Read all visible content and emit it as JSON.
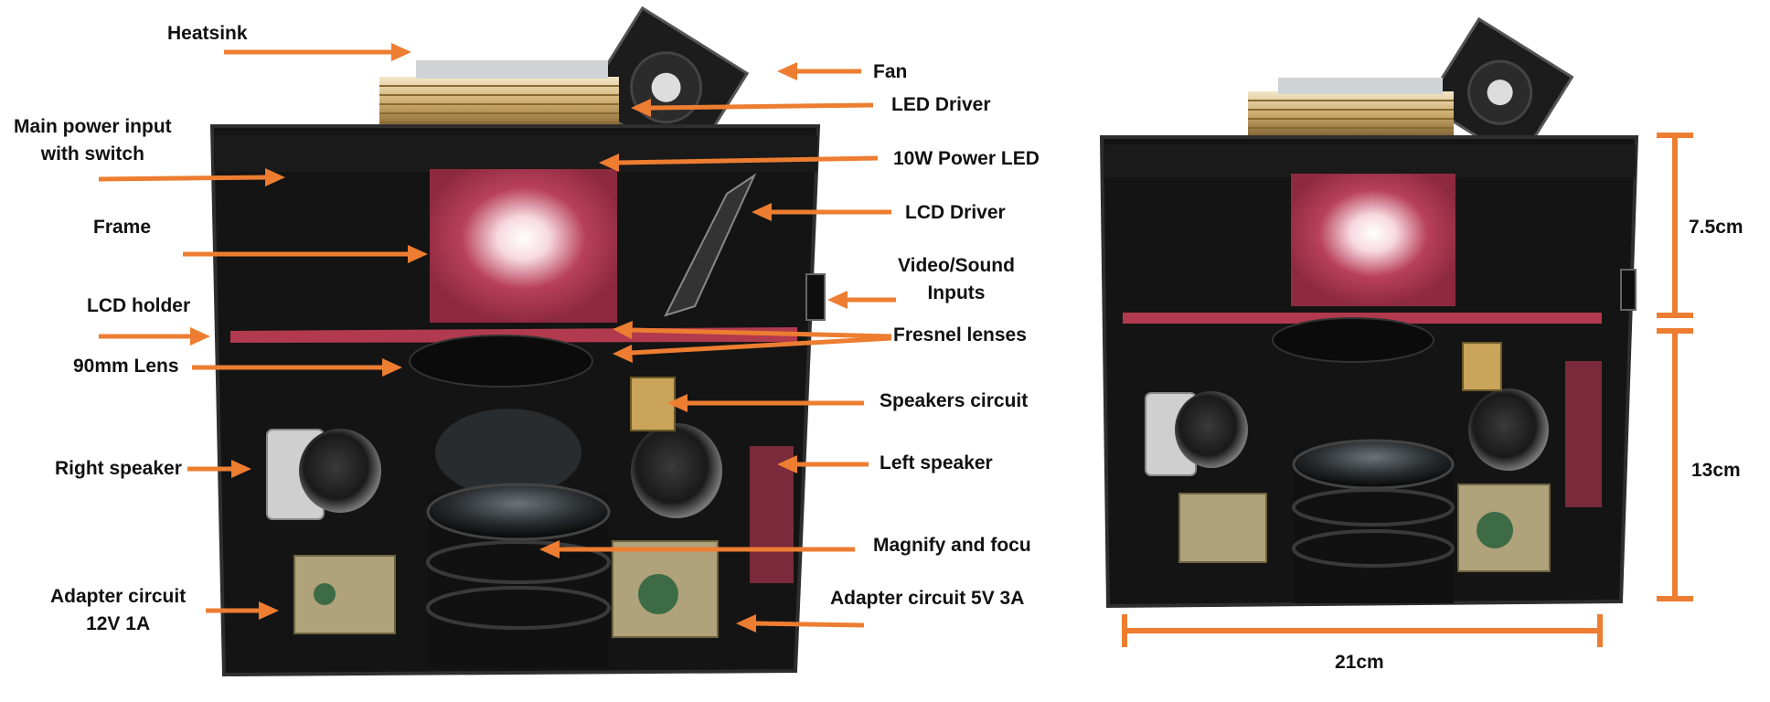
{
  "colors": {
    "arrow": "#ED7D31",
    "case_dark": "#141414",
    "case_edge": "#2a2a2a",
    "frame_red": "#B23A4E",
    "lens_dark": "#0a0a0a",
    "heatsink": "#C9A866",
    "pcb_green": "#5E7A2E"
  },
  "labels": {
    "heatsink": "Heatsink",
    "fan": "Fan",
    "led_driver": "LED Driver",
    "main_power": "Main power input\nwith switch",
    "power_led": "10W Power LED",
    "frame": "Frame",
    "lcd_driver": "LCD Driver",
    "video_sound": "Video/Sound\nInputs",
    "lcd_holder": "LCD holder",
    "fresnel": "Fresnel lenses",
    "lens_90": "90mm Lens",
    "speakers_circuit": "Speakers circuit",
    "right_speaker": "Right speaker",
    "left_speaker": "Left speaker",
    "magnify": "Magnify and focu",
    "adapter_12v": "Adapter circuit\n12V 1A",
    "adapter_5v": "Adapter circuit 5V 3A"
  },
  "dimensions": {
    "top_height": "7.5cm",
    "bottom_height": "13cm",
    "width": "21cm"
  }
}
